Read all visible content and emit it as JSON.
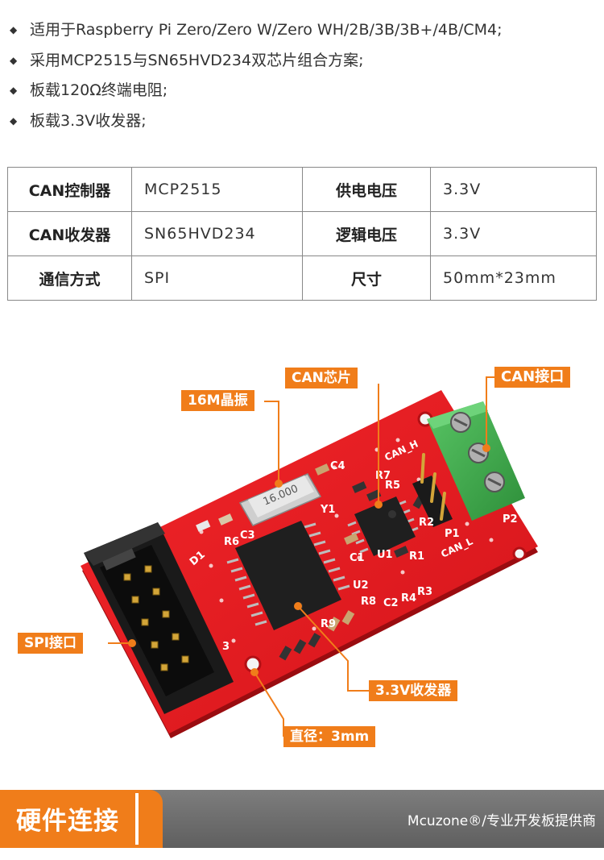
{
  "features": [
    {
      "bullet": "◆",
      "text": "适用于Raspberry Pi Zero/Zero W/Zero WH/2B/3B/3B+/4B/CM4;"
    },
    {
      "bullet": "◆",
      "text": "采用MCP2515与SN65HVD234双芯片组合方案;"
    },
    {
      "bullet": "◆",
      "text": "板载120Ω终端电阻;"
    },
    {
      "bullet": "◆",
      "text": "板载3.3V收发器;"
    }
  ],
  "specs": [
    {
      "k1": "CAN控制器",
      "v1": "MCP2515",
      "k2": "供电电压",
      "v2": "3.3V"
    },
    {
      "k1": "CAN收发器",
      "v1": "SN65HVD234",
      "k2": "逻辑电压",
      "v2": "3.3V"
    },
    {
      "k1": "通信方式",
      "v1": "SPI",
      "k2": "尺寸",
      "v2": "50mm*23mm"
    }
  ],
  "board": {
    "crystal_marking": "16.000",
    "silkscreen": {
      "d1": "D1",
      "r6": "R6",
      "c3": "C3",
      "c4": "C4",
      "y1": "Y1",
      "r7": "R7",
      "r5": "R5",
      "u1": "U1",
      "c1": "C1",
      "r1": "R1",
      "u2": "U2",
      "r8": "R8",
      "r9": "R9",
      "c2": "C2",
      "r4": "R4",
      "r3": "R3",
      "can_h": "CAN_H",
      "can_l": "CAN_L",
      "p1": "P1",
      "p2": "P2",
      "r2": "R2",
      "pin3": "3"
    }
  },
  "callouts": {
    "crystal": "16M晶振",
    "can_chip": "CAN芯片",
    "can_port": "CAN接口",
    "spi_port": "SPI接口",
    "transceiver": "3.3V收发器",
    "diameter": "直径：3mm"
  },
  "colors": {
    "accent": "#f07d1a",
    "pcb": "#e8191c",
    "terminal": "#3dab4a",
    "footer": "#6e6e6e"
  },
  "footer": {
    "title": "硬件连接",
    "brand": "Mcuzone®/专业开发板提供商"
  }
}
